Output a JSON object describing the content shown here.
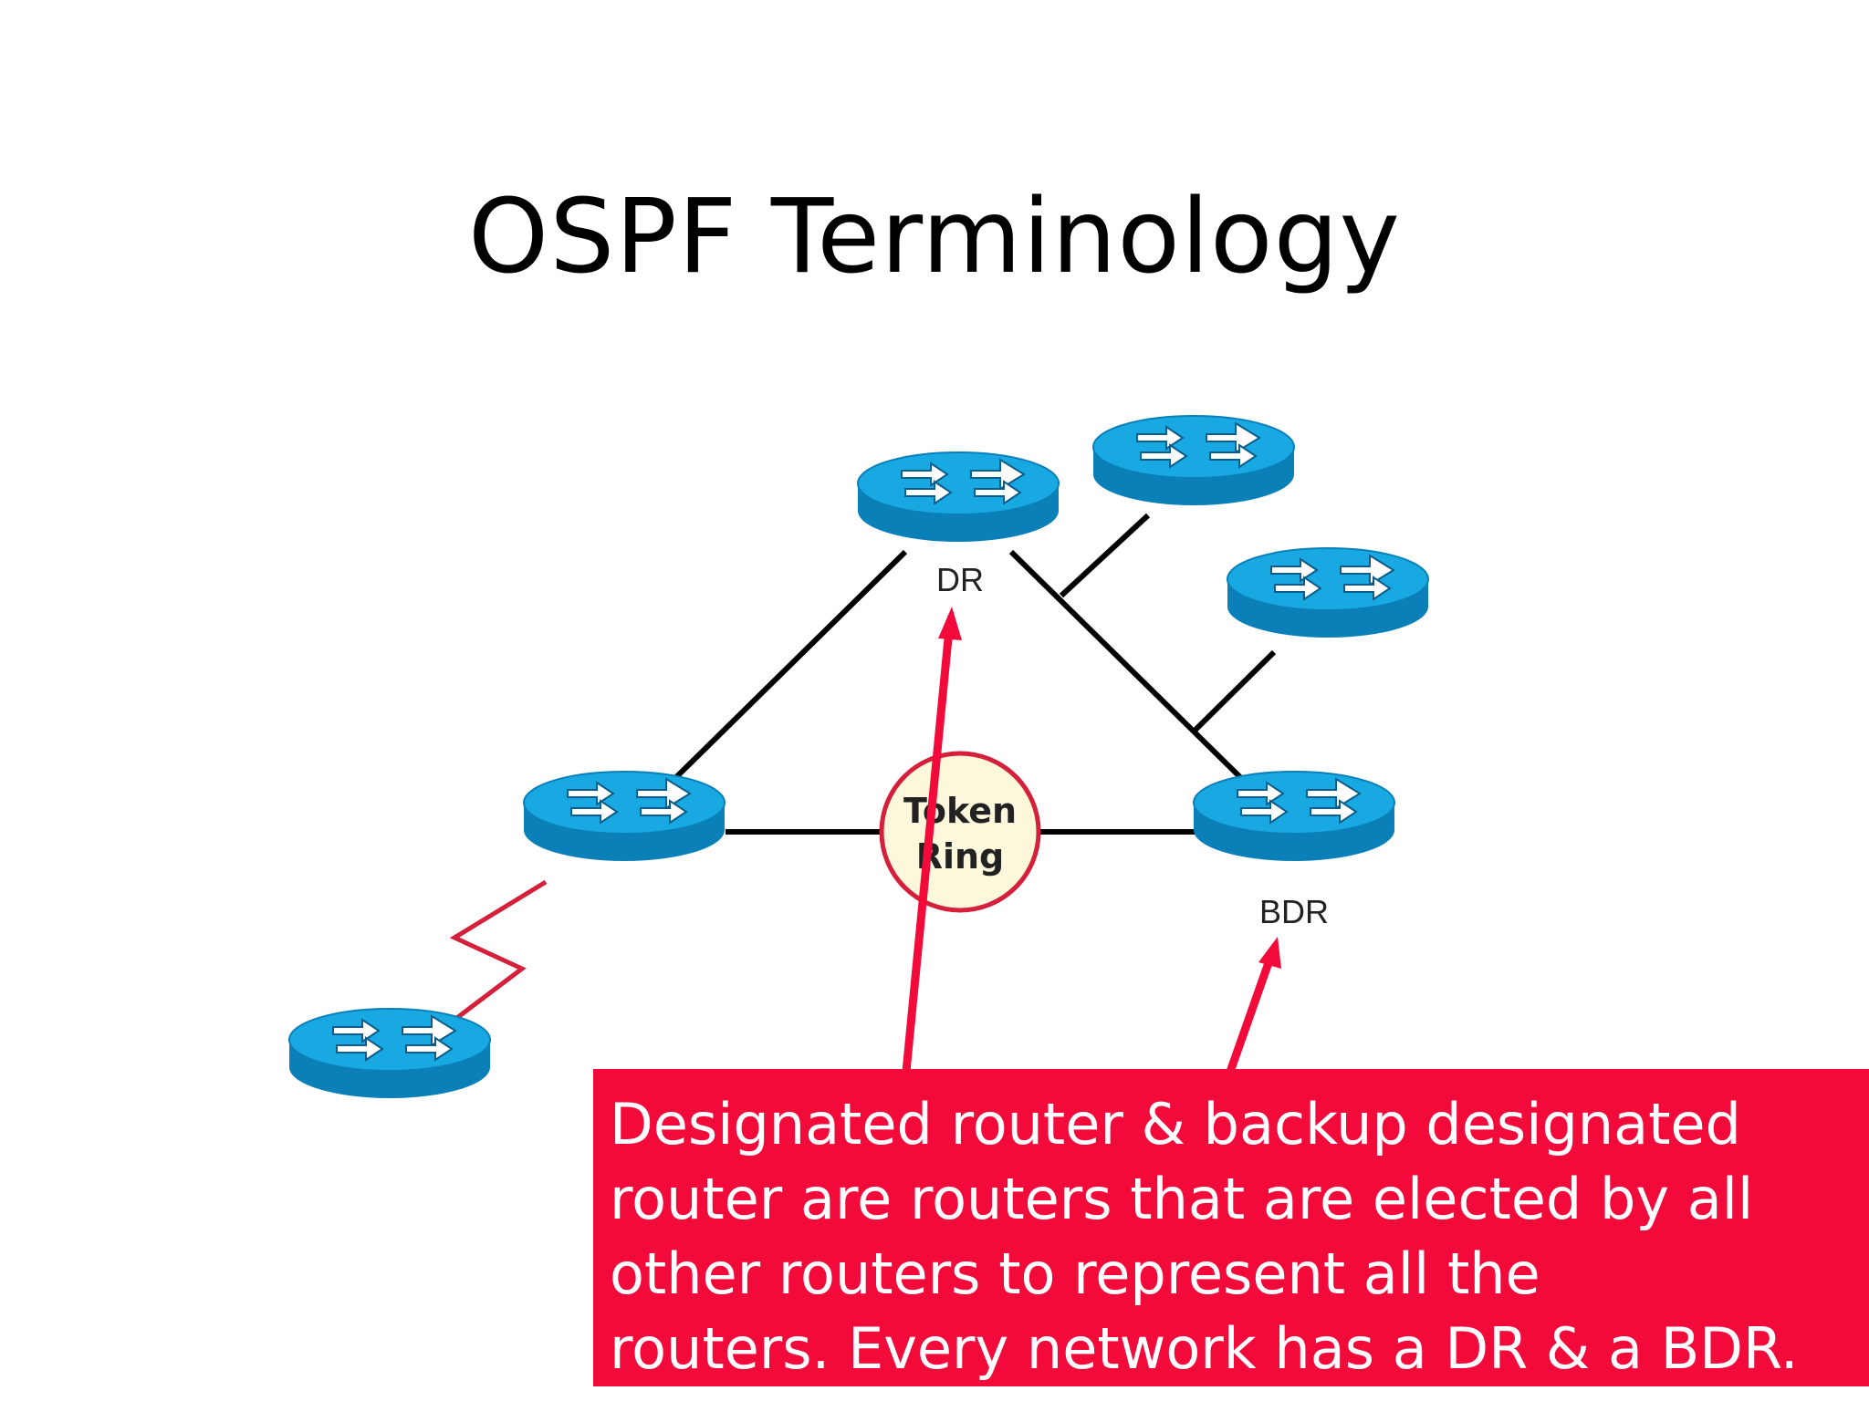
{
  "title": "OSPF Terminology",
  "diagram": {
    "routers": [
      {
        "id": "dr",
        "label": "DR"
      },
      {
        "id": "top-right",
        "label": ""
      },
      {
        "id": "right-upper",
        "label": ""
      },
      {
        "id": "left",
        "label": ""
      },
      {
        "id": "bdr",
        "label": "BDR"
      },
      {
        "id": "serial-remote",
        "label": ""
      }
    ],
    "token_ring": {
      "line1": "Token",
      "line2": "Ring"
    },
    "colors": {
      "router_top": "#18a8e0",
      "router_side": "#0a7fb8",
      "link": "#000000",
      "serial_link": "#d4203a",
      "arrow": "#f20a3b",
      "ring_fill": "#fdf8dc",
      "ring_border": "#d4203a"
    }
  },
  "callout": {
    "text": "Designated router & backup designated\nrouter are routers that are elected by all\nother routers to represent all the\nrouters. Every network has a DR & a BDR.",
    "background": "#f20a3b"
  }
}
